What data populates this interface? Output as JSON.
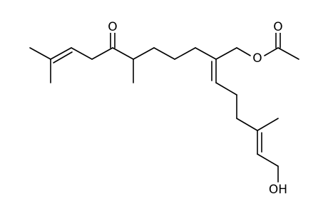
{
  "figure": {
    "kind": "skeletal-structure",
    "background": "#ffffff",
    "bond_color": "#000000"
  },
  "atoms": {
    "ketone_oxygen": "O",
    "ester_ether_oxygen": "O",
    "acetyl_carbonyl_oxygen": "O",
    "hydroxyl": "OH"
  }
}
